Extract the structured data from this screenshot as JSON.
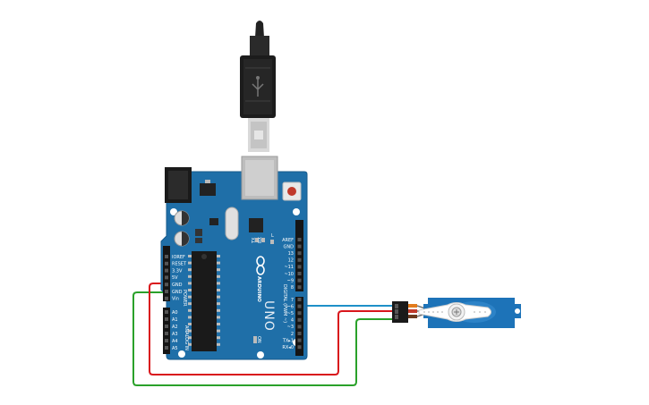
{
  "board": {
    "brand": "ARDUINO",
    "model": "UNO",
    "on_label": "ON",
    "tx_label": "TX",
    "rx_label": "RX",
    "l_label": "L",
    "digital_header": "DIGITAL (PWM ~)",
    "power_header": "POWER",
    "analog_header": "ANALOG IN",
    "power_pins": [
      "IOREF",
      "RESET",
      "3.3V",
      "5V",
      "GND",
      "GND",
      "Vin"
    ],
    "analog_pins": [
      "A0",
      "A1",
      "A2",
      "A3",
      "A4",
      "A5"
    ],
    "digital_pins_top": [
      "AREF",
      "GND",
      "13",
      "12",
      "~11",
      "~10",
      "~9",
      "8"
    ],
    "digital_pins_bottom": [
      "7",
      "~6",
      "~5",
      "4",
      "~3",
      "2",
      "TX▸1",
      "RX◂0"
    ]
  },
  "wires": [
    {
      "name": "signal",
      "color": "#1e90c8",
      "from": "~6",
      "to": "servo-signal"
    },
    {
      "name": "power",
      "color": "#d9161c",
      "from": "5V",
      "to": "servo-power"
    },
    {
      "name": "ground",
      "color": "#2aa12a",
      "from": "GND",
      "to": "servo-ground"
    }
  ],
  "colors": {
    "board": "#1f6fa8",
    "board_dark": "#185b8b",
    "servo": "#1d73b8",
    "cable_black": "#1a1a1a"
  }
}
